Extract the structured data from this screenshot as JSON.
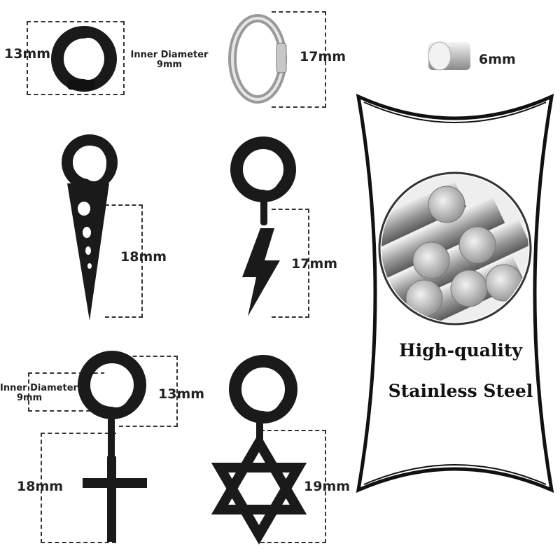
{
  "labels": {
    "hoop_height": "13mm",
    "hoop_inner_line1": "Inner Diameter",
    "hoop_inner_line2": "9mm",
    "silver_ring": "17mm",
    "magnet": "6mm",
    "spike": "18mm",
    "bolt": "17mm",
    "cross_hoop_inner_line1": "Inner Diameter",
    "cross_hoop_inner_line2": "9mm",
    "cross_hoop_height": "13mm",
    "cross": "18mm",
    "star": "19mm"
  },
  "banner": {
    "line1": "High-quality",
    "line2": "Stainless Steel"
  },
  "colors": {
    "metal_black": "#1a1a1a",
    "steel": "#a8a8a8",
    "dash": "#333333"
  }
}
